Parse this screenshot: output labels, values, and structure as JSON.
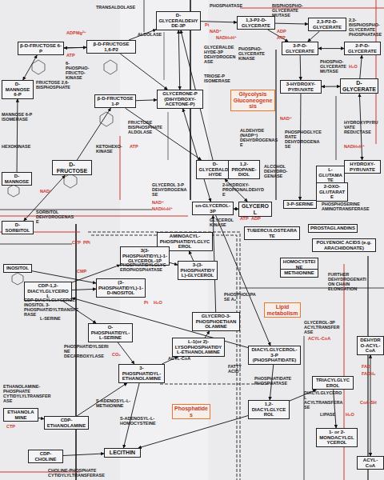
{
  "diagram": {
    "nodes": [
      {
        "text": [
          "β-D-FRUCTOSE 6-P"
        ]
      },
      {
        "text": [
          "β-D-FRUCTOSE 1,6-P2"
        ]
      },
      {
        "text": [
          "D-GLYCERALDEHYDE-3P"
        ]
      },
      {
        "text": [
          "GLYCERONE-P (DIHYDROXY-ACETONE-P)"
        ]
      },
      {
        "text": [
          "1,3-P2-D-GLYCERATE"
        ]
      },
      {
        "text": [
          "2,3-P2-D-GLYCERATE"
        ]
      },
      {
        "text": [
          "3-P-D-GLYCERATE"
        ]
      },
      {
        "text": [
          "2-P-D-GLYCERATE"
        ]
      },
      {
        "text": [
          "Glycolysis Gluconeogenesis"
        ]
      },
      {
        "text": [
          "3-HYDROXY-PYRUVATE"
        ]
      },
      {
        "text": [
          "D-GLYCERATE"
        ]
      },
      {
        "text": [
          "β-D-FRUCTOSE 1-P"
        ]
      },
      {
        "text": [
          "D-MANNOSE 6-P"
        ]
      },
      {
        "text": [
          "D-FRUCTOSE"
        ]
      },
      {
        "text": [
          "D-MANNOSE"
        ]
      },
      {
        "text": [
          "D-SORBITOL"
        ]
      },
      {
        "text": [
          "D-GLYCERALDEHYDE"
        ]
      },
      {
        "text": [
          "1,2-PROPANE-DIOL"
        ]
      },
      {
        "text": [
          "sn-GLYCEROL-3P"
        ]
      },
      {
        "text": [
          "GLYCEROL"
        ]
      },
      {
        "text": [
          "3-P-SERINE"
        ]
      },
      {
        "text": [
          "L-GLUTAMATE"
        ]
      },
      {
        "text": [
          "2-OXO-GLUTARATE"
        ]
      },
      {
        "text": [
          "HYDROXY-PYRUVATE"
        ]
      },
      {
        "text": [
          "TUBERCULOSTEARATE"
        ]
      },
      {
        "text": [
          "PROSTAGLANDINS"
        ]
      },
      {
        "text": [
          "POLYENOIC ACIDS (e.g. ARACHIDONATE)"
        ]
      },
      {
        "text": [
          "HOMOCYSTEINE"
        ]
      },
      {
        "text": [
          "METHIONINE"
        ]
      },
      {
        "text": [
          "Lipid metabolism"
        ]
      },
      {
        "text": [
          "AMINOACYL-PHOSPHATIDYLGLYCEROL"
        ]
      },
      {
        "text": [
          "3(3-PHOSPHATIDYL)-1-GLYCEROL-1P"
        ]
      },
      {
        "text": [
          "3-(3-PHOSPHATIDYL)-GLYCEROL"
        ]
      },
      {
        "text": [
          "INOSITOL"
        ]
      },
      {
        "text": [
          "CDP-1,2-DIACYLGLYCEROL"
        ]
      },
      {
        "text": [
          "(3-PHOSPHATIDYL)-1-D-INOSITOL"
        ]
      },
      {
        "text": [
          "O-PHOSPHATIDYL-L-SERINE"
        ]
      },
      {
        "text": [
          "GLYCERO-3-PHOSPHOETHANOLAMINE"
        ]
      },
      {
        "text": [
          "L-1(or 2)-LYSOPHOSPHATIDYL-ETHANOLAMINE"
        ]
      },
      {
        "text": [
          "3-PHOSPHATIDYL-ETHANOLAMINE"
        ]
      },
      {
        "text": [
          "DIACYLGLYCEROL-3-P (PHOSPHATIDATE)"
        ]
      },
      {
        "text": [
          "1,2-DIACYLGLYCEROL"
        ]
      },
      {
        "text": [
          "TRIACYLGLYCEROL"
        ]
      },
      {
        "text": [
          "1- or 2-MONOACYLGLYCEROL"
        ]
      },
      {
        "text": [
          "Phosphatides"
        ]
      },
      {
        "text": [
          "ETHANOLAMINE"
        ]
      },
      {
        "text": [
          "CDP-ETHANOLAMINE"
        ]
      },
      {
        "text": [
          "CDP-CHOLINE"
        ]
      },
      {
        "text": [
          "LECITHIN"
        ]
      },
      {
        "text": [
          "DEHYDRO-ACYL-CoA"
        ]
      },
      {
        "text": [
          "ACYL-CoA"
        ]
      }
    ],
    "edges": [
      {
        "from": 0,
        "to": 1,
        "arrow": "to"
      },
      {
        "from": 1,
        "to": 0,
        "arrow": "to"
      },
      {
        "from": 1,
        "to": 2,
        "arrow": "to"
      },
      {
        "from": 1,
        "to": 3,
        "arrow": "to"
      },
      {
        "from": 3,
        "to": 2,
        "arrow": "both"
      },
      {
        "from": 2,
        "to": 4,
        "arrow": "to"
      },
      {
        "from": 4,
        "to": 6,
        "arrow": "to"
      },
      {
        "from": 4,
        "to": 5,
        "arrow": "to"
      },
      {
        "from": 5,
        "to": 6,
        "arrow": "to"
      },
      {
        "from": 6,
        "to": 7,
        "arrow": "both"
      },
      {
        "from": 6,
        "to": 9,
        "arrow": "to"
      },
      {
        "from": 9,
        "to": 10,
        "arrow": "both"
      },
      {
        "from": 10,
        "to": 7,
        "arrow": "to"
      },
      {
        "from": 11,
        "to": 3,
        "arrow": "to"
      },
      {
        "from": 11,
        "to": 16,
        "arrow": "to"
      },
      {
        "from": 13,
        "to": 11,
        "arrow": "to"
      },
      {
        "from": 12,
        "to": 0,
        "arrow": "both"
      },
      {
        "from": 14,
        "to": 12,
        "arrow": "to"
      },
      {
        "from": 15,
        "to": 13,
        "arrow": "both"
      },
      {
        "from": 16,
        "to": 2,
        "arrow": "to"
      },
      {
        "from": 16,
        "to": 17,
        "arrow": "to"
      },
      {
        "from": 16,
        "to": 19,
        "arrow": "both"
      },
      {
        "from": 3,
        "to": 18,
        "arrow": "both"
      },
      {
        "from": 18,
        "to": 19,
        "arrow": "both"
      },
      {
        "from": 9,
        "to": 20,
        "arrow": "to"
      },
      {
        "from": 21,
        "to": 22,
        "arrow": "to"
      },
      {
        "from": 23,
        "to": 10,
        "arrow": "both"
      },
      {
        "from": 18,
        "to": 40,
        "arrow": "to"
      },
      {
        "from": 40,
        "to": 41,
        "arrow": "to"
      },
      {
        "from": 41,
        "to": 42,
        "arrow": "to"
      },
      {
        "from": 42,
        "to": 43,
        "arrow": "to"
      },
      {
        "from": 40,
        "to": 34,
        "arrow": "to"
      },
      {
        "from": 34,
        "to": 35,
        "arrow": "to"
      },
      {
        "from": 33,
        "to": 35,
        "arrow": "to"
      },
      {
        "from": 34,
        "to": 36,
        "arrow": "to"
      },
      {
        "from": 34,
        "to": 31,
        "arrow": "to"
      },
      {
        "from": 31,
        "to": 32,
        "arrow": "to"
      },
      {
        "from": 32,
        "to": 30,
        "arrow": "to"
      },
      {
        "from": 36,
        "to": 39,
        "arrow": "to"
      },
      {
        "from": 39,
        "to": 48,
        "arrow": "to"
      },
      {
        "from": 39,
        "to": 38,
        "arrow": "to"
      },
      {
        "from": 38,
        "to": 37,
        "arrow": "to"
      },
      {
        "from": 37,
        "to": 18,
        "arrow": "to"
      },
      {
        "from": 45,
        "to": 46,
        "arrow": "to"
      },
      {
        "from": 46,
        "to": 39,
        "arrow": "to"
      },
      {
        "from": 47,
        "to": 48,
        "arrow": "to"
      },
      {
        "from": 41,
        "to": 48,
        "arrow": "to"
      },
      {
        "from": 49,
        "to": 50,
        "arrow": "both"
      },
      {
        "from": 27,
        "to": 28,
        "arrow": "both"
      }
    ],
    "labels": [
      "TRANSALDOLASE",
      "PHOSPHATASE",
      "ADP",
      "ATP",
      "Mg²⁺",
      "6-PHOSPHO-FRUCTO-KINASE",
      "ALDOLASE",
      "TRIOSE-P ISOMERASE",
      "GLYCERALDEHYDE-3P DEHYDROGENASE",
      "NAD⁺",
      "NADH+H⁺",
      "Pi",
      "PHOSPHO-GLYCERATE KINASE",
      "ADP",
      "ATP",
      "BISPHOSPHO-GLYCERATE MUTASE",
      "2,3-BISPHOSPHO-GLYCERATE PHOSPHATASE",
      "PHOSPHO-GLYCERATE MUTASE",
      "H₂O",
      "FRUCTOSE 2,6-BISPHOSPHATE",
      "KETOHEXO-KINASE",
      "ATP",
      "FRUCTOSE BISPHOSPHATE ALDOLASE",
      "GLYCEROL 3-P DEHYDROGENASE",
      "NAD⁺",
      "NADH+H⁺",
      "ALCOHOL DEHYDRO-GENASE",
      "2-HYDROXY-PROPIONALDEHYDE",
      "GLYCEROL KINASE",
      "ATP",
      "ADP",
      "ALDEHYDE (NADP⁺) DEHYDROGENASE",
      "PHOSPHOGLYCERATE DEHYDROGENASE",
      "NAD⁺",
      "HYDROXYPYRUVATE REDUCTASE",
      "NADH+H⁺",
      "PHOSPHOSERINE AMINOTRANSFERASE",
      "SORBITOL DEHYDROGENASE",
      "NAD⁺",
      "MANNOSE 6-P ISOMERASE",
      "HEXOKINASE",
      "CTP",
      "PPi",
      "CMP",
      "Pi",
      "H₂O",
      "L-SERINE",
      "PHOSPHATIDYLSERINE DECARBOXYLASE",
      "CO₂",
      "FATTY ACID",
      "ACYL-CoA",
      "PHOSPHOLIPASE A₂",
      "GLYCEROL-3P ACYLTRANSFERASE",
      "ACYL-CoA",
      "DIACYLGLYCEROL ACYLTRANSFERASE",
      "PHOSPHATIDATE PHOSPHATASE",
      "LIPASE",
      "H₂O",
      "FAD",
      "FADH₂",
      "FURTHER DEHYDROGENATION CHAIN ELONGATION",
      "CoA-SH",
      "S-ADENOSYL-L-METHIONINE",
      "S-ADENOSYL-L-HOMOCYSTEINE",
      "ETHANOLAMINE-PHOSPHATE CYTIDYLYLTRANSFERASE",
      "CHOLINE-PHOSPHATE CYTIDYLYLTRANSFERASE",
      "CTP",
      "CDP-DIACYLGLYCEROL-INOSITOL 3-PHOSPHATIDYLTRANSFERASE",
      "PHOSPHATIDYLGLYCEROPHOSPHATASE"
    ]
  }
}
